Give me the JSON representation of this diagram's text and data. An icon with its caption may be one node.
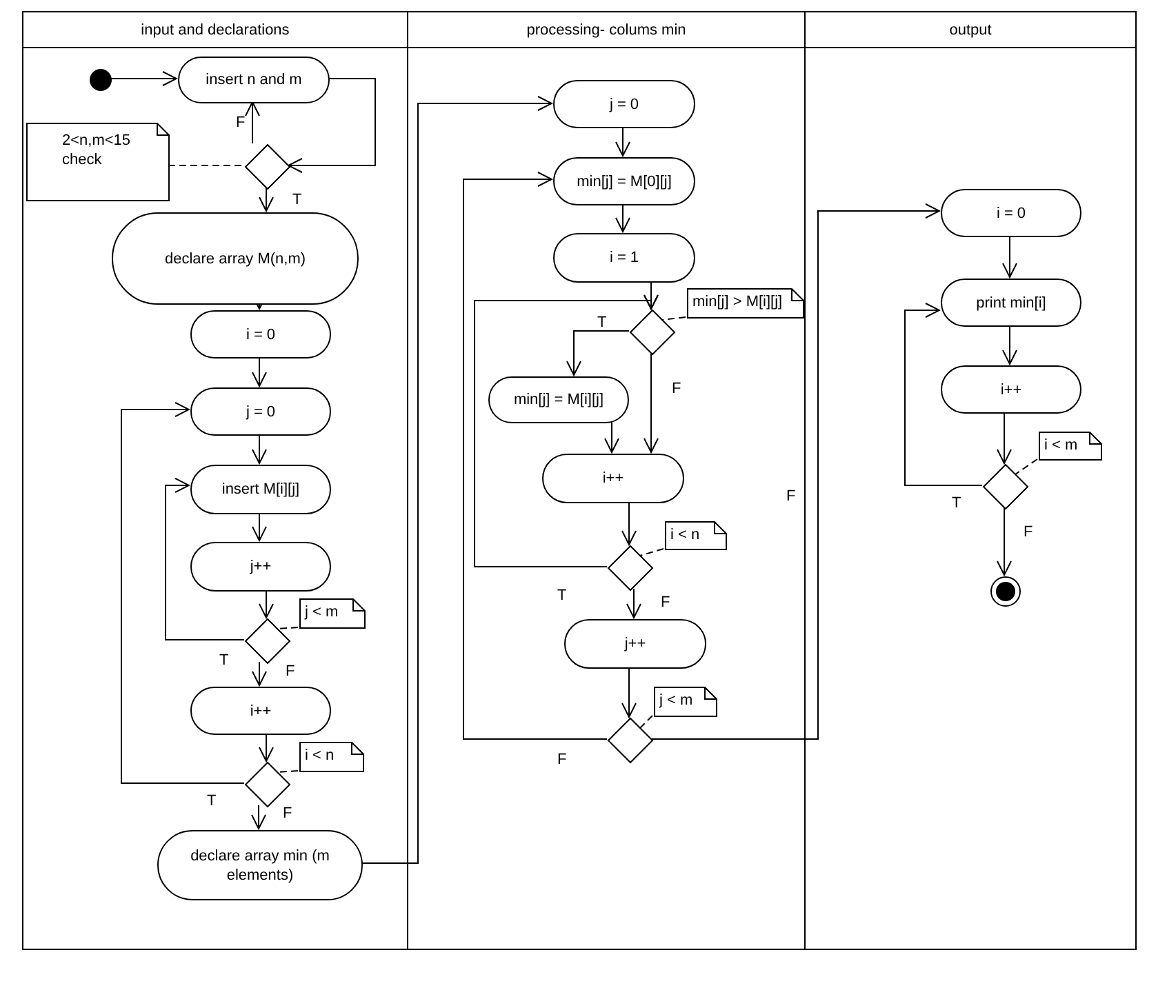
{
  "diagram": {
    "nodes": [
      {
        "text": [
          "input and declarations"
        ]
      },
      {
        "text": [
          "processing- colums min"
        ]
      },
      {
        "text": [
          "output"
        ]
      },
      {
        "text": [],
        "shape": "circle",
        "in": 0
      },
      {
        "text": [
          "insert n and m"
        ],
        "in": 0
      },
      {
        "text": [
          "2<n,m<15 check"
        ],
        "in": 0
      },
      {
        "text": [],
        "shape": "diamond",
        "in": 0
      },
      {
        "text": [
          "declare array M(n,m)"
        ],
        "in": 0
      },
      {
        "text": [
          "i = 0"
        ],
        "in": 0
      },
      {
        "text": [
          "j = 0"
        ],
        "in": 0
      },
      {
        "text": [
          "insert M[i][j]"
        ],
        "in": 0
      },
      {
        "text": [
          "j++"
        ],
        "in": 0
      },
      {
        "text": [],
        "shape": "diamond",
        "in": 0
      },
      {
        "text": [
          "j < m"
        ],
        "in": 0
      },
      {
        "text": [
          "i++"
        ],
        "in": 0
      },
      {
        "text": [],
        "shape": "diamond",
        "in": 0
      },
      {
        "text": [
          "i < n"
        ],
        "in": 0
      },
      {
        "text": [
          "declare array min (m elements)"
        ],
        "in": 0
      },
      {
        "text": [
          "j = 0"
        ],
        "in": 1
      },
      {
        "text": [
          "min[j] = M[0][j]"
        ],
        "in": 1
      },
      {
        "text": [
          "i = 1"
        ],
        "in": 1
      },
      {
        "text": [],
        "shape": "diamond",
        "in": 1
      },
      {
        "text": [
          "min[j] > M[i][j]"
        ],
        "in": 1
      },
      {
        "text": [
          "min[j] = M[i][j]"
        ],
        "in": 1
      },
      {
        "text": [
          "i++"
        ],
        "in": 1
      },
      {
        "text": [],
        "shape": "diamond",
        "in": 1
      },
      {
        "text": [
          "i < n"
        ],
        "in": 1
      },
      {
        "text": [
          "j++"
        ],
        "in": 1
      },
      {
        "text": [],
        "shape": "diamond",
        "in": 1
      },
      {
        "text": [
          "j < m"
        ],
        "in": 1
      },
      {
        "text": [
          "i = 0"
        ],
        "in": 2
      },
      {
        "text": [
          "print min[i]"
        ],
        "in": 2
      },
      {
        "text": [
          "i++"
        ],
        "in": 2
      },
      {
        "text": [],
        "shape": "diamond",
        "in": 2
      },
      {
        "text": [
          "i < m"
        ],
        "in": 2
      },
      {
        "text": [],
        "shape": "circle",
        "in": 2
      }
    ],
    "edges": [
      {
        "from": 3,
        "to": 4,
        "arrow": "to"
      },
      {
        "from": 4,
        "to": 6,
        "arrow": "to"
      },
      {
        "from": 6,
        "to": 4,
        "arrow": "to",
        "label": "F"
      },
      {
        "from": 5,
        "to": 6,
        "arrow": "none",
        "style": "dashed"
      },
      {
        "from": 6,
        "to": 7,
        "arrow": "to",
        "label": "T"
      },
      {
        "from": 7,
        "to": 8,
        "arrow": "to"
      },
      {
        "from": 8,
        "to": 9,
        "arrow": "to"
      },
      {
        "from": 9,
        "to": 10,
        "arrow": "to"
      },
      {
        "from": 10,
        "to": 11,
        "arrow": "to"
      },
      {
        "from": 11,
        "to": 12,
        "arrow": "to"
      },
      {
        "from": 12,
        "to": 10,
        "arrow": "to",
        "label": "T"
      },
      {
        "from": 12,
        "to": 14,
        "arrow": "to",
        "label": "F"
      },
      {
        "from": 13,
        "to": 12,
        "arrow": "none",
        "style": "dashed"
      },
      {
        "from": 14,
        "to": 15,
        "arrow": "to"
      },
      {
        "from": 15,
        "to": 9,
        "arrow": "to",
        "label": "T"
      },
      {
        "from": 15,
        "to": 17,
        "arrow": "to",
        "label": "F"
      },
      {
        "from": 16,
        "to": 15,
        "arrow": "none",
        "style": "dashed"
      },
      {
        "from": 17,
        "to": 18,
        "arrow": "to"
      },
      {
        "from": 18,
        "to": 19,
        "arrow": "to"
      },
      {
        "from": 19,
        "to": 20,
        "arrow": "to"
      },
      {
        "from": 20,
        "to": 21,
        "arrow": "to"
      },
      {
        "from": 21,
        "to": 23,
        "arrow": "to",
        "label": "T"
      },
      {
        "from": 21,
        "to": 24,
        "arrow": "to",
        "label": "F"
      },
      {
        "from": 22,
        "to": 21,
        "arrow": "none",
        "style": "dashed"
      },
      {
        "from": 23,
        "to": 24,
        "arrow": "to"
      },
      {
        "from": 24,
        "to": 25,
        "arrow": "to"
      },
      {
        "from": 25,
        "to": 21,
        "arrow": "to",
        "label": "T"
      },
      {
        "from": 25,
        "to": 27,
        "arrow": "to",
        "label": "F"
      },
      {
        "from": 26,
        "to": 25,
        "arrow": "none",
        "style": "dashed"
      },
      {
        "from": 27,
        "to": 28,
        "arrow": "to"
      },
      {
        "from": 28,
        "to": 19,
        "arrow": "to",
        "label": "F"
      },
      {
        "from": 28,
        "to": 30,
        "arrow": "to",
        "label": "F"
      },
      {
        "from": 29,
        "to": 28,
        "arrow": "none",
        "style": "dashed"
      },
      {
        "from": 30,
        "to": 31,
        "arrow": "to"
      },
      {
        "from": 31,
        "to": 32,
        "arrow": "to"
      },
      {
        "from": 32,
        "to": 33,
        "arrow": "to"
      },
      {
        "from": 33,
        "to": 31,
        "arrow": "to",
        "label": "T"
      },
      {
        "from": 33,
        "to": 35,
        "arrow": "to",
        "label": "F"
      },
      {
        "from": 34,
        "to": 33,
        "arrow": "none",
        "style": "dashed"
      }
    ]
  }
}
